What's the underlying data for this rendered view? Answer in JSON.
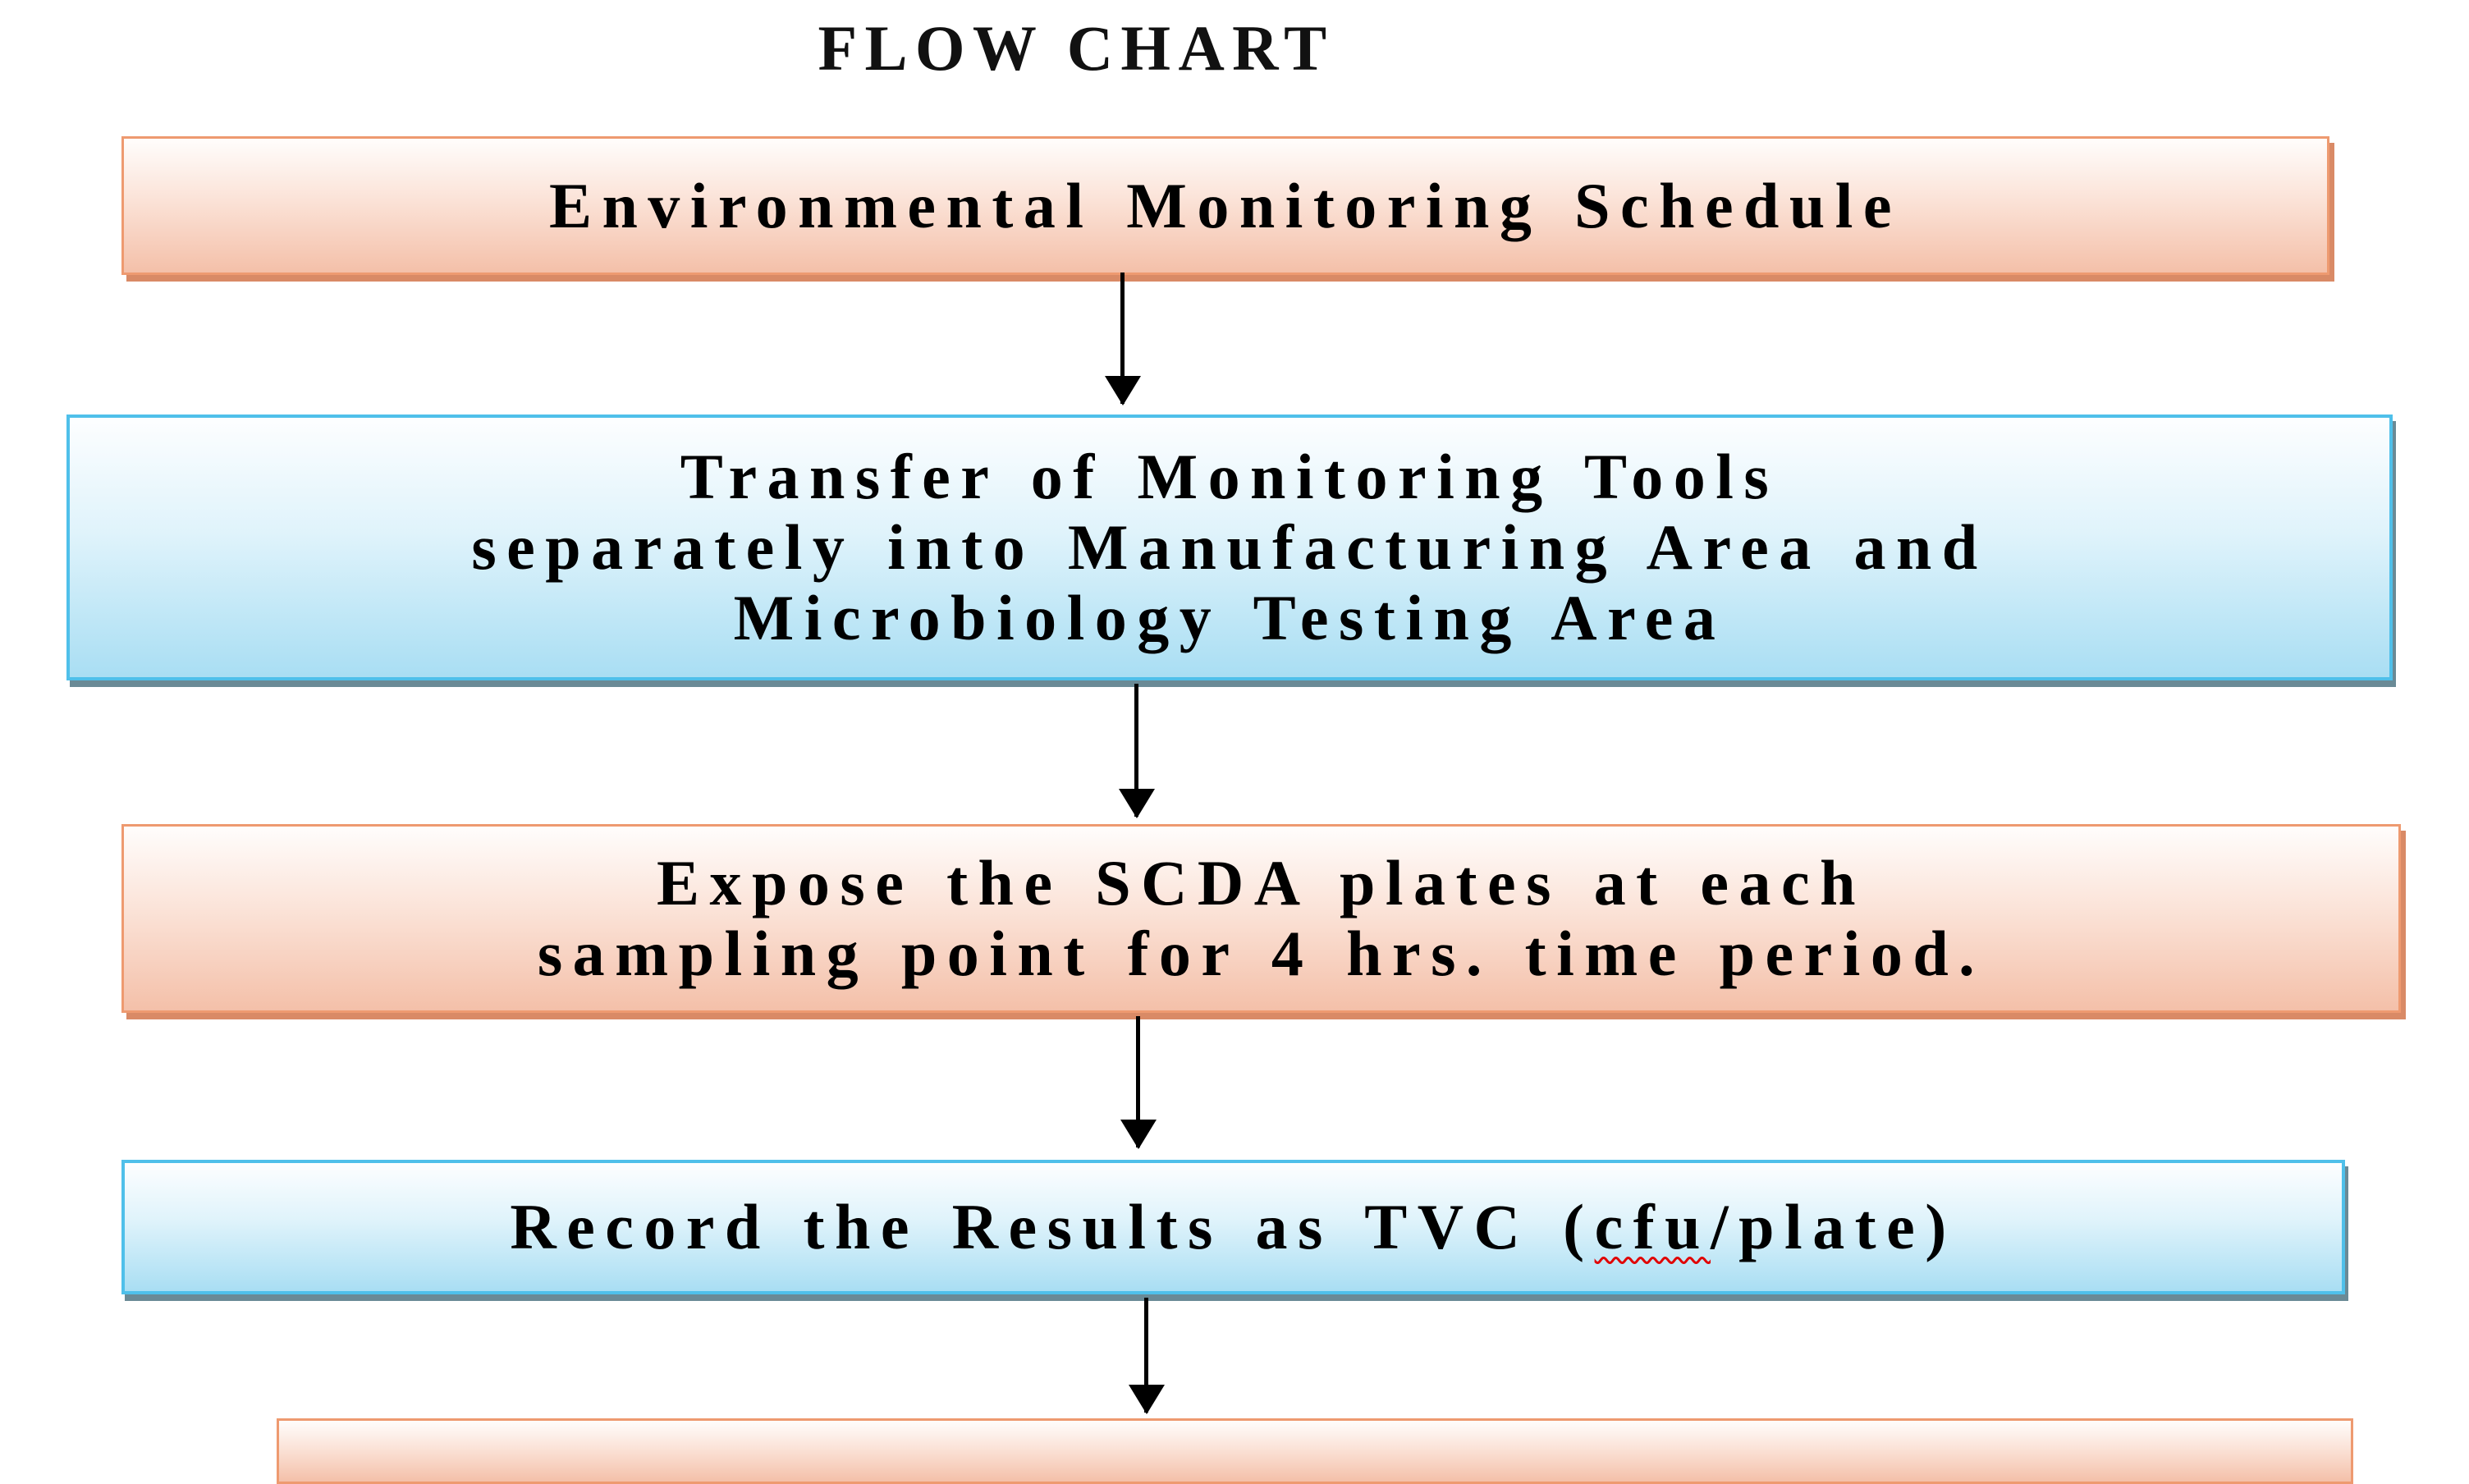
{
  "title": "FLOW CHART",
  "steps": [
    {
      "lines": [
        "Environmental Monitoring Schedule"
      ],
      "color": "#f4c0a9"
    },
    {
      "lines": [
        "Transfer of Monitoring Tools",
        "separately into Manufacturing Area and",
        "Microbiology Testing Area"
      ],
      "color": "#a9def3"
    },
    {
      "lines": [
        "Expose the SCDA plates at each",
        "sampling point for 4 hrs. time period."
      ],
      "color": "#f4c0a9"
    },
    {
      "pre": "Record the Results as TVC (",
      "flagged": "cfu",
      "post": "/plate)",
      "color": "#a9def3"
    }
  ]
}
